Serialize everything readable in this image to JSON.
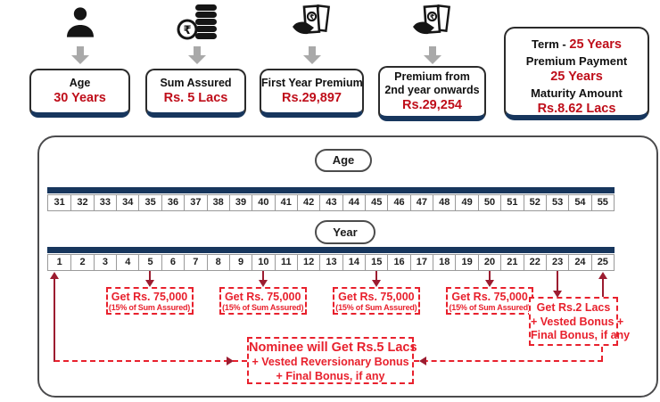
{
  "colors": {
    "navy": "#17365d",
    "value_red": "#bf0e1a",
    "bright_red": "#e8212d",
    "arrow_maroon": "#9c1c30",
    "arrow_gray": "#a9a9a9"
  },
  "top": {
    "items": [
      {
        "icon": "person-icon",
        "labels": [
          "Age"
        ],
        "value": "30 Years"
      },
      {
        "icon": "coins-icon",
        "labels": [
          "Sum Assured"
        ],
        "value": "Rs. 5 Lacs"
      },
      {
        "icon": "cash-hand-icon",
        "labels": [
          "First Year Premium"
        ],
        "value": "Rs.29,897"
      },
      {
        "icon": "cash-hand-icon",
        "labels": [
          "Premium from",
          "2nd year onwards"
        ],
        "value": "Rs.29,254"
      }
    ],
    "summary": {
      "rows": [
        {
          "label": "Term  -",
          "value": "25 Years",
          "inline": true
        },
        {
          "label": "Premium Payment",
          "value": "25 Years"
        },
        {
          "label": "Maturity Amount",
          "value": "Rs.8.62 Lacs"
        }
      ]
    }
  },
  "timeline": {
    "age_pill": "Age",
    "year_pill": "Year",
    "ages": [
      "31",
      "32",
      "33",
      "34",
      "35",
      "36",
      "37",
      "38",
      "39",
      "40",
      "41",
      "42",
      "43",
      "44",
      "45",
      "46",
      "47",
      "48",
      "49",
      "50",
      "51",
      "52",
      "53",
      "54",
      "55"
    ],
    "years": [
      "1",
      "2",
      "3",
      "4",
      "5",
      "6",
      "7",
      "8",
      "9",
      "10",
      "11",
      "12",
      "13",
      "14",
      "15",
      "16",
      "17",
      "18",
      "19",
      "20",
      "21",
      "22",
      "23",
      "24",
      "25"
    ],
    "payouts": [
      {
        "year": 5,
        "line1": "Get Rs. 75,000",
        "line2": "(15% of Sum Assured)"
      },
      {
        "year": 10,
        "line1": "Get Rs. 75,000",
        "line2": "(15% of Sum Assured)"
      },
      {
        "year": 15,
        "line1": "Get Rs. 75,000",
        "line2": "(15% of Sum Assured)"
      },
      {
        "year": 20,
        "line1": "Get Rs. 75,000",
        "line2": "(15% of Sum Assured)"
      }
    ],
    "maturity_box": {
      "lines": [
        "Get Rs.2 Lacs",
        "+ Vested Bonus +",
        "Final Bonus, if any"
      ]
    },
    "nominee_box": {
      "lines": [
        "Nominee will Get Rs.5 Lacs",
        "+ Vested Reversionary Bonus",
        "+ Final Bonus, if any"
      ]
    }
  }
}
